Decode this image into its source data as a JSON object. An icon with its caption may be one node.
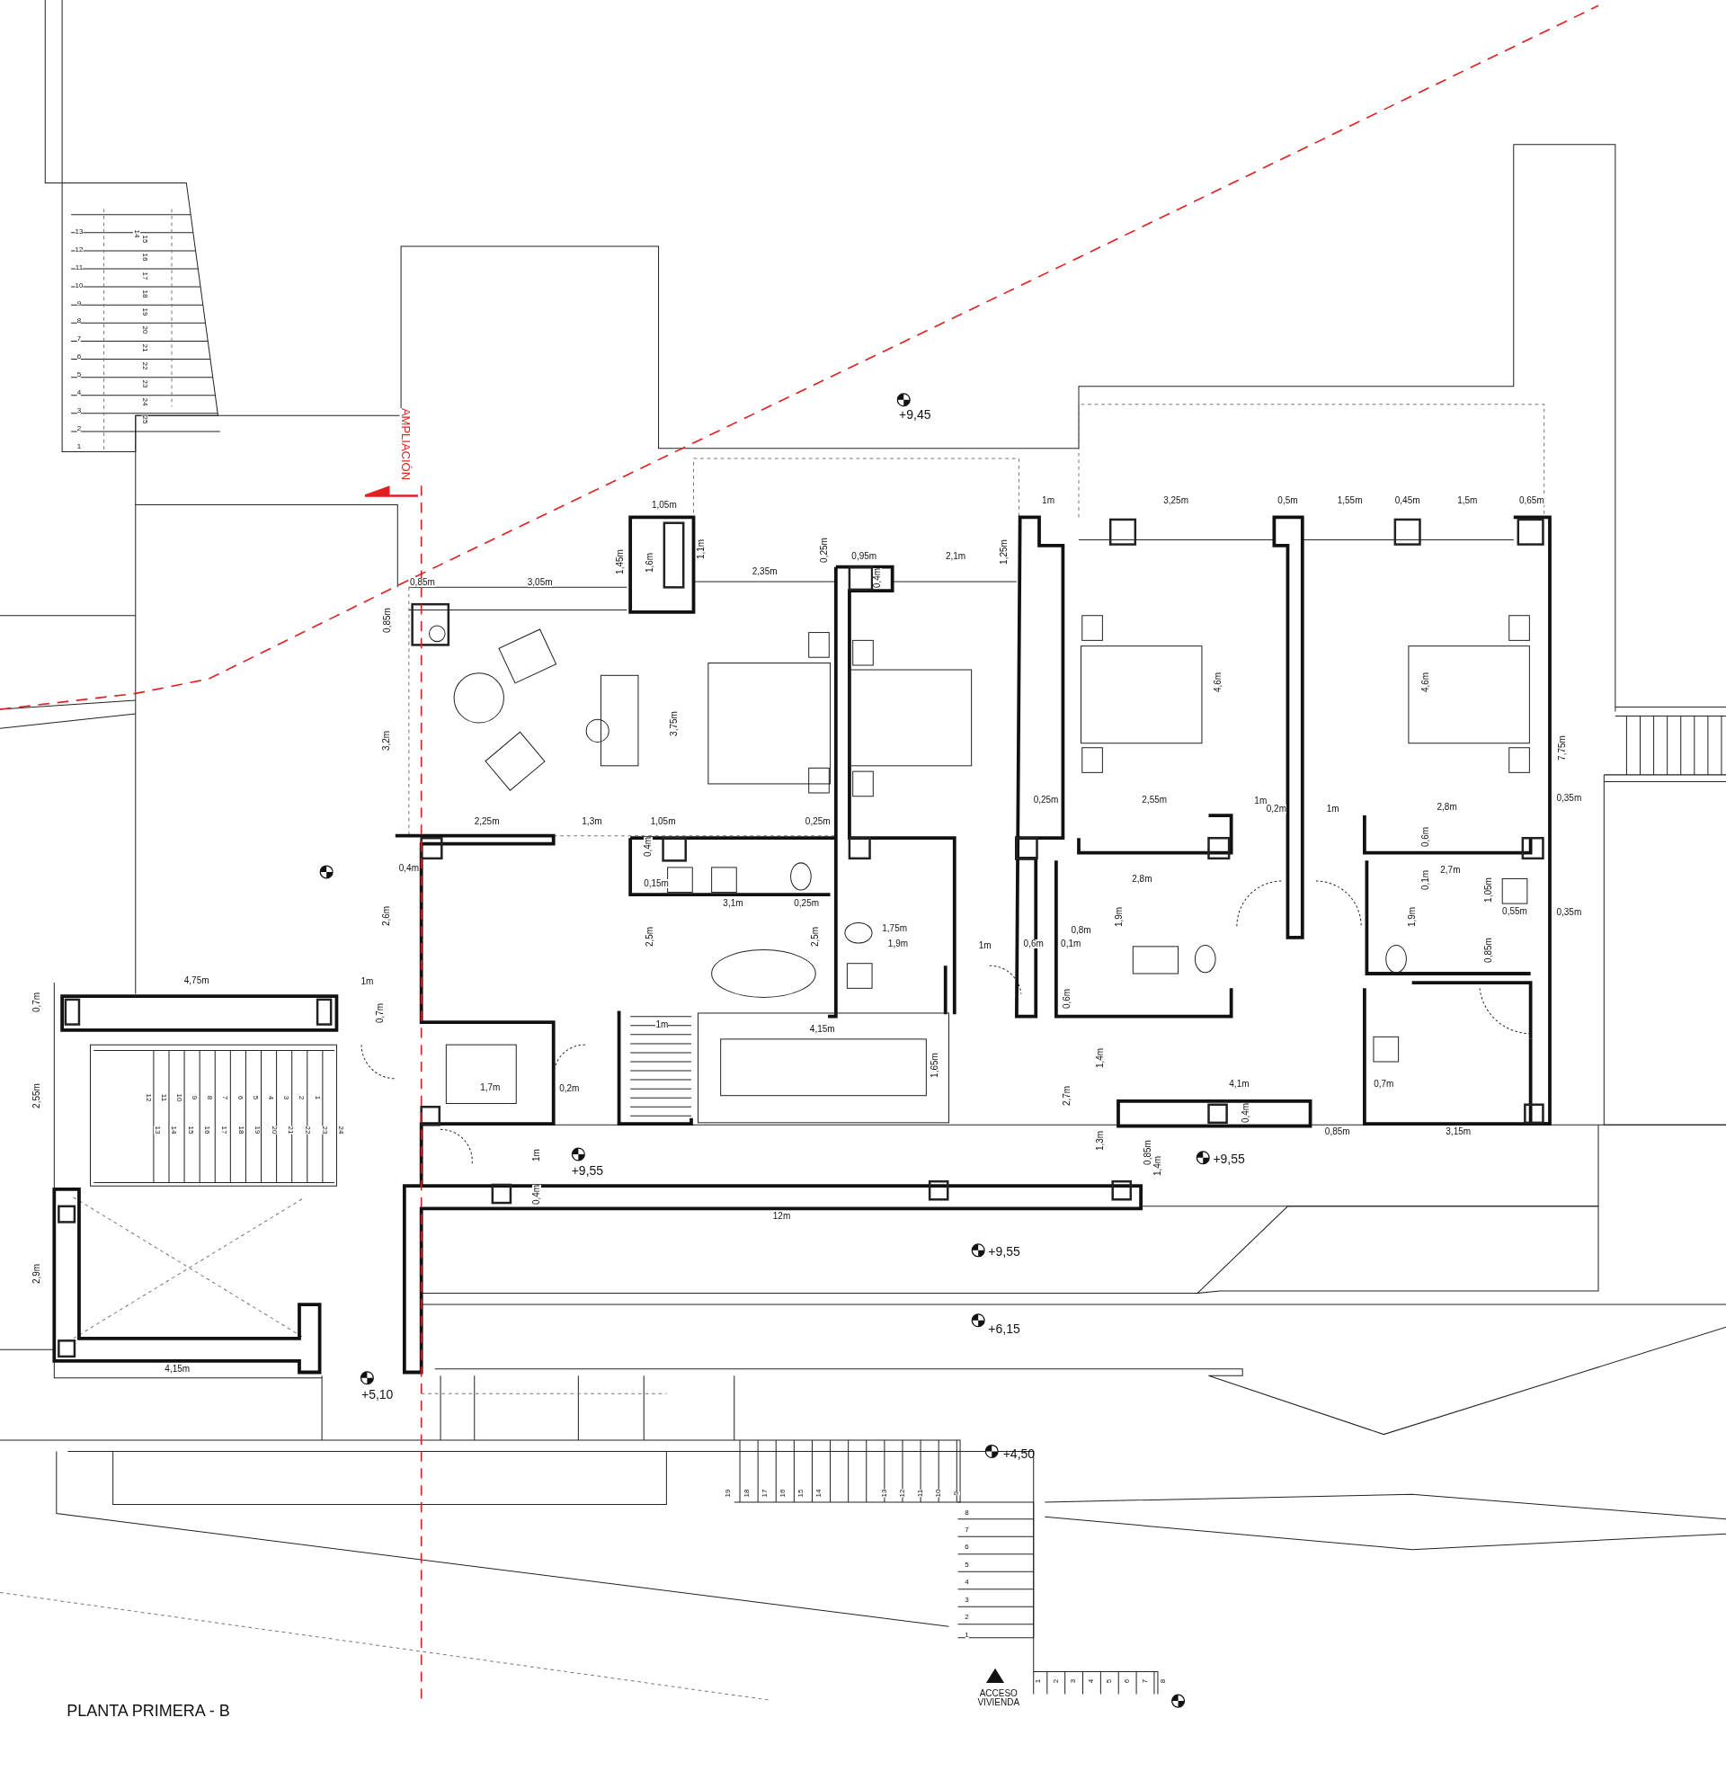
{
  "diagram": {
    "title": "PLANTA PRIMERA - B",
    "labels": [
      "AMPLIACIÓN",
      "13",
      "12",
      "11",
      "10",
      "9",
      "8",
      "7",
      "6",
      "5",
      "4",
      "3",
      "2",
      "1",
      "14",
      "15",
      "16",
      "17",
      "18",
      "19",
      "20",
      "21",
      "22",
      "23",
      "24",
      "25",
      "+9,45",
      "1,05m",
      "1,45m",
      "1,6m",
      "1,1m",
      "2,35m",
      "0,25m",
      "0,95m",
      "0,4m",
      "2,1m",
      "1,25m",
      "0,85m",
      "3,05m",
      "1m",
      "3,25m",
      "0,5m",
      "1,55m",
      "0,45m",
      "1,5m",
      "0,65m",
      "0,85m",
      "3,2m",
      "3,75m",
      "4,6m",
      "4,6m",
      "7,75m",
      "0,25m",
      "2,55m",
      "1m",
      "0,2m",
      "1m",
      "2,8m",
      "0,35m",
      "2,25m",
      "1,3m",
      "1,05m",
      "0,25m",
      "0,6m",
      "0,4m",
      "0,4m",
      "0,1m",
      "2,7m",
      "2,8m",
      "0,15m",
      "1,05m",
      "3,1m",
      "0,25m",
      "0,55m",
      "0,35m",
      "2,6m",
      "1,9m",
      "1,9m",
      "1,75m",
      "0,8m",
      "2,5m",
      "2,5m",
      "1,9m",
      "1m",
      "0,6m",
      "0,1m",
      "0,85m",
      "4,75m",
      "1m",
      "0,7m",
      "0,7m",
      "0,6m",
      "1m",
      "4,15m",
      "1,65m",
      "1,4m",
      "4,1m",
      "0,7m",
      "1,7m",
      "0,2m",
      "2,55m",
      "2,7m",
      "0,4m",
      "0,85m",
      "3,15m",
      "1,3m",
      "0,85m",
      "1m",
      "1,4m",
      "0,4m",
      "12m",
      "2,9m",
      "4,15m",
      "+9,55",
      "+9,55",
      "+9,55",
      "+6,15",
      "+5,10",
      "+4,50",
      "12",
      "11",
      "10",
      "9",
      "8",
      "7",
      "6",
      "5",
      "4",
      "3",
      "2",
      "1",
      "13",
      "14",
      "15",
      "16",
      "17",
      "18",
      "19",
      "20",
      "21",
      "22",
      "23",
      "24",
      "19",
      "18",
      "17",
      "16",
      "15",
      "14",
      "13",
      "12",
      "11",
      "10",
      "9",
      "8",
      "7",
      "6",
      "5",
      "4",
      "3",
      "2",
      "1",
      "1",
      "2",
      "3",
      "4",
      "5",
      "6",
      "7",
      "8",
      "ACCESO VIVIENDA"
    ]
  }
}
